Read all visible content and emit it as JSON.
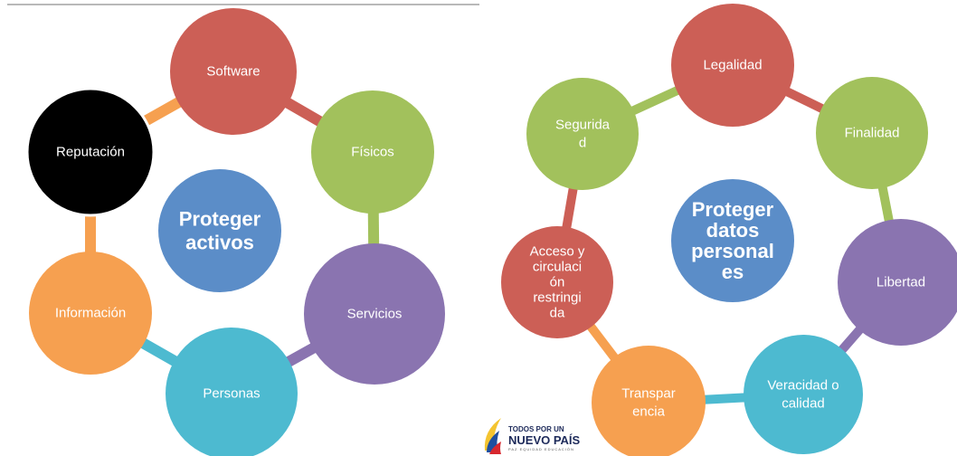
{
  "left_diagram": {
    "center": {
      "lines": [
        "Proteger",
        "activos"
      ],
      "color": "#5b8dc8"
    },
    "nodes": [
      {
        "label": "Software",
        "color": "#cc5f56"
      },
      {
        "label": "Físicos",
        "color": "#a2c15c"
      },
      {
        "label": "Servicios",
        "color": "#8a74b0"
      },
      {
        "label": "Personas",
        "color": "#4dbad0"
      },
      {
        "label": "Información",
        "color": "#f6a050"
      },
      {
        "label": "Reputación",
        "color": "#000000"
      }
    ],
    "connector_colors": [
      "#cc5f56",
      "#a2c15c",
      "#8a74b0",
      "#4dbad0",
      "#f6a050",
      "#f6a050"
    ]
  },
  "right_diagram": {
    "center": {
      "lines": [
        "Proteger",
        "datos",
        "personal",
        "es"
      ],
      "color": "#5b8dc8"
    },
    "nodes": [
      {
        "lines": [
          "Legalidad"
        ],
        "color": "#cc5f56"
      },
      {
        "lines": [
          "Finalidad"
        ],
        "color": "#a2c15c"
      },
      {
        "lines": [
          "Libertad"
        ],
        "color": "#8a74b0"
      },
      {
        "lines": [
          "Veracidad o",
          "calidad"
        ],
        "color": "#4dbad0"
      },
      {
        "lines": [
          "Transpar",
          "encia"
        ],
        "color": "#f6a050"
      },
      {
        "lines": [
          "Acceso y",
          "circulaci",
          "ón",
          "restringi",
          "da"
        ],
        "color": "#cc5f56"
      },
      {
        "lines": [
          "Segurida",
          "d"
        ],
        "color": "#a2c15c"
      }
    ],
    "connector_colors": [
      "#cc5f56",
      "#a2c15c",
      "#8a74b0",
      "#4dbad0",
      "#f6a050",
      "#cc5f56",
      "#a2c15c"
    ]
  },
  "logo": {
    "line1": "TODOS POR UN",
    "line2": "NUEVO PAÍS",
    "line3": "PAZ   EQUIDAD   EDUCACIÓN"
  }
}
